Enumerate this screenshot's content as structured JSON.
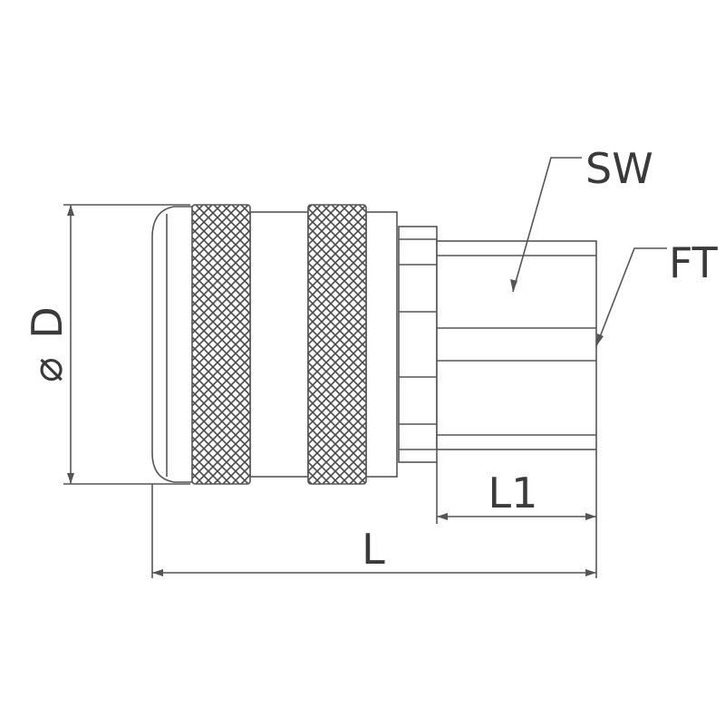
{
  "labels": {
    "diameter_symbol": "⌀",
    "diameter": "D",
    "wrench_size": "SW",
    "female_thread": "FT",
    "length_l1": "L1",
    "length_l": "L"
  },
  "colors": {
    "line": "#555555",
    "text": "#3a3a3a",
    "knurl": "#4a4a4a",
    "background": "#ffffff"
  }
}
